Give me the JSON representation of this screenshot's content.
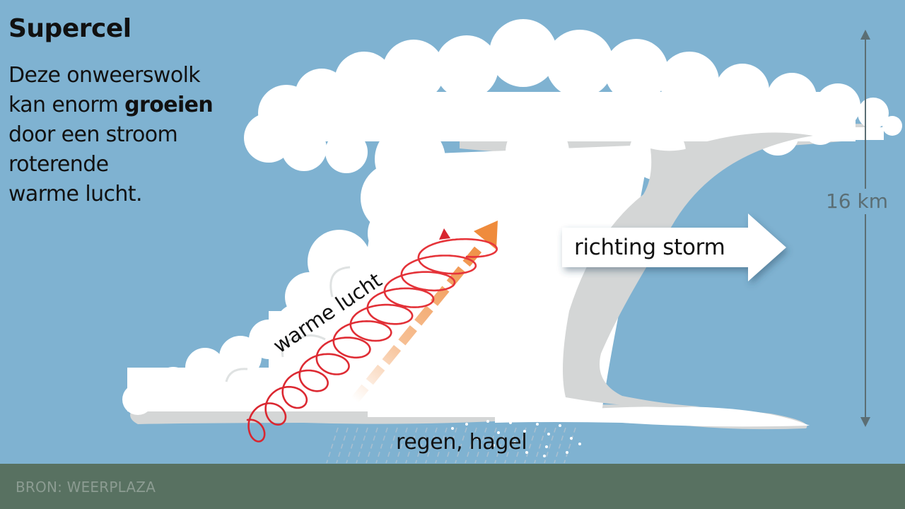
{
  "title": "Supercel",
  "description": {
    "line1": "Deze onweerswolk",
    "line2_pre": "kan enorm ",
    "line2_bold": "groeien",
    "line3": "door een stroom",
    "line4": "roterende",
    "line5": "warme lucht."
  },
  "labels": {
    "warm_air": "warme lucht",
    "storm_direction": "richting storm",
    "rain_hail": "regen, hagel",
    "height": "16 km"
  },
  "source": "BRON: WEERPLAZA",
  "colors": {
    "sky": "#7fb2d1",
    "ground": "#587161",
    "cloud": "#ffffff",
    "cloud_shadow": "#d4d6d6",
    "spiral": "#d8252f",
    "updraft_arrow": "#ef8b3c",
    "height_marker": "#5b6e74"
  },
  "icons": [
    "updraft-arrow-icon",
    "rotating-spiral-icon",
    "direction-arrow-icon",
    "height-arrow-icon"
  ]
}
